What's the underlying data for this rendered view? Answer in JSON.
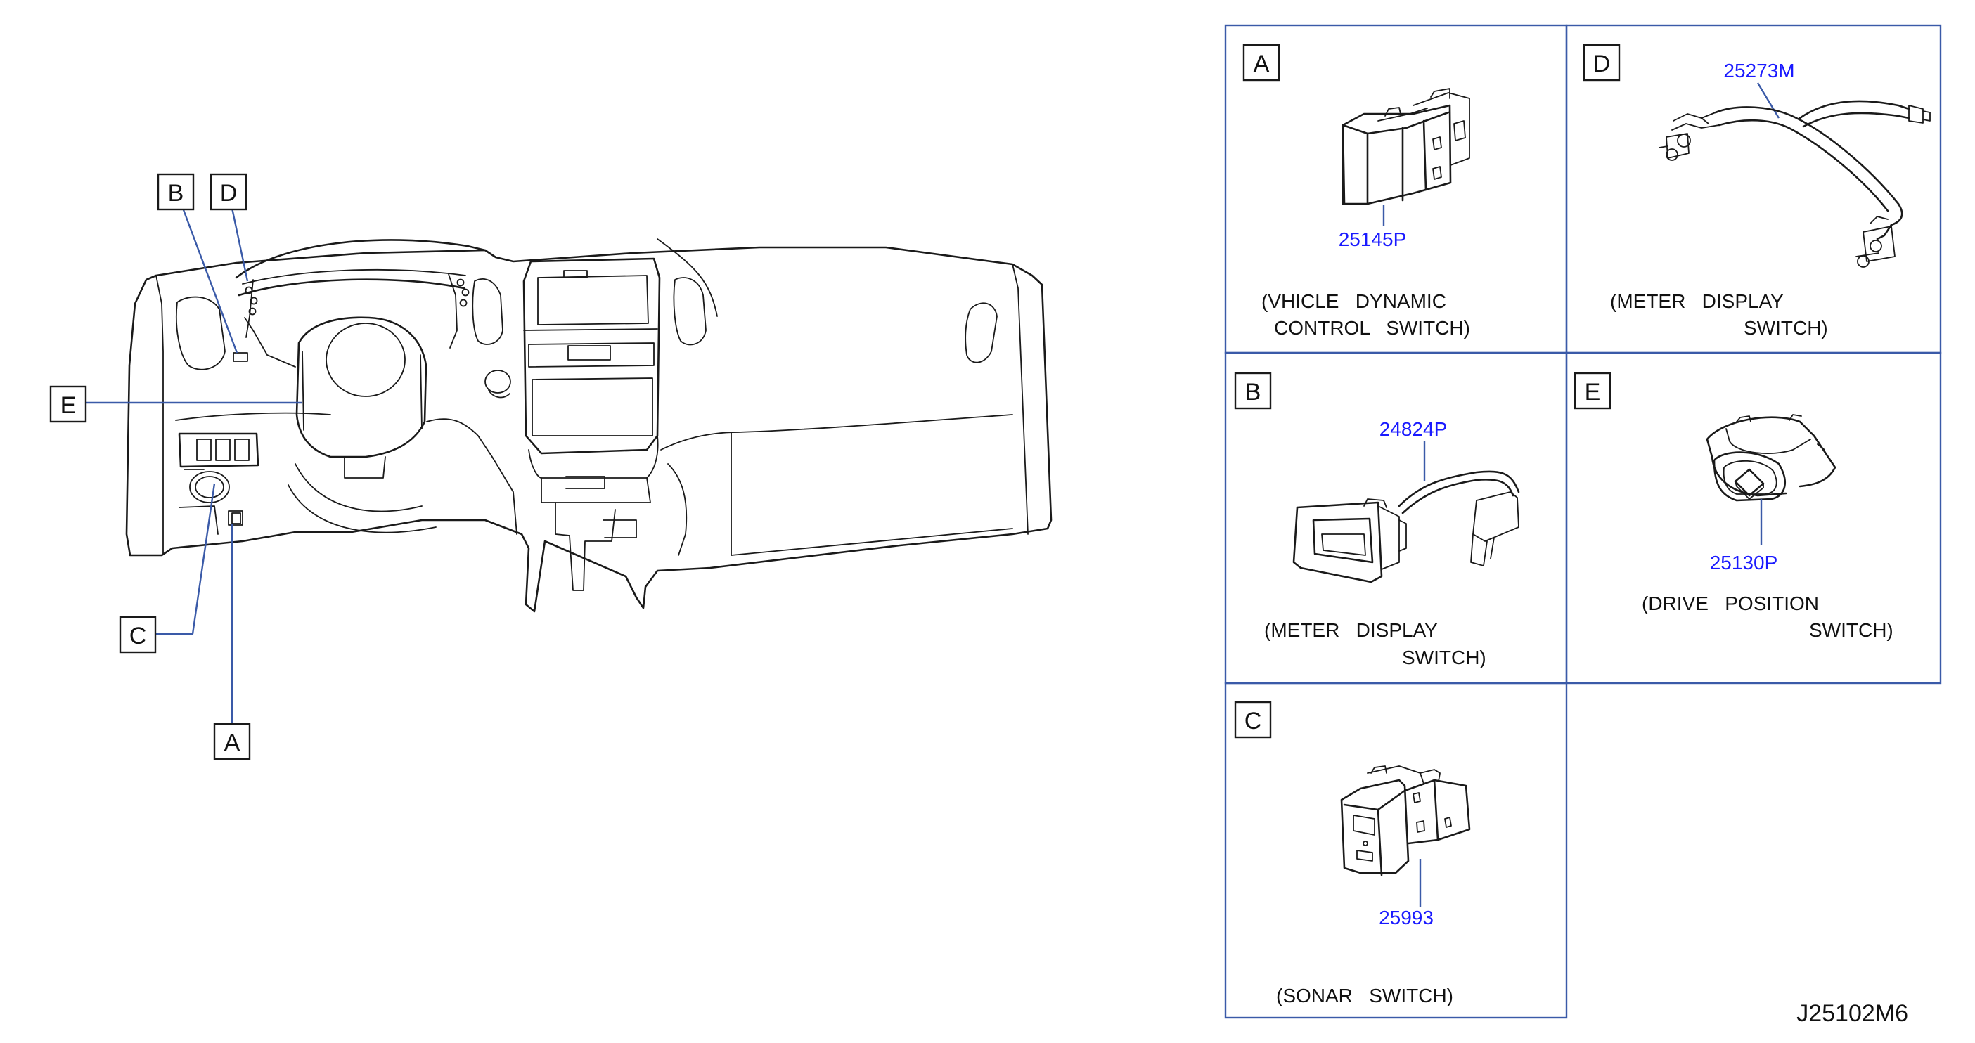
{
  "diagram": {
    "drawing_code": "J25102M6",
    "callouts": [
      "A",
      "B",
      "C",
      "D",
      "E"
    ],
    "panels": [
      {
        "letter": "A",
        "part_number": "25145P",
        "caption_line1": "(VHICLE   DYNAMIC",
        "caption_line2": "CONTROL   SWITCH)"
      },
      {
        "letter": "D",
        "part_number": "25273M",
        "caption_line1": "(METER   DISPLAY",
        "caption_line2": "SWITCH)"
      },
      {
        "letter": "B",
        "part_number": "24824P",
        "caption_line1": "(METER   DISPLAY",
        "caption_line2": "SWITCH)"
      },
      {
        "letter": "E",
        "part_number": "25130P",
        "caption_line1": "(DRIVE   POSITION",
        "caption_line2": "SWITCH)"
      },
      {
        "letter": "C",
        "part_number": "25993",
        "caption_line1": "(SONAR   SWITCH)",
        "caption_line2": ""
      }
    ]
  },
  "colors": {
    "leader_line": "#3a5aa8",
    "part_number_text": "#1a1aff",
    "line_art": "#1a1a1a"
  }
}
